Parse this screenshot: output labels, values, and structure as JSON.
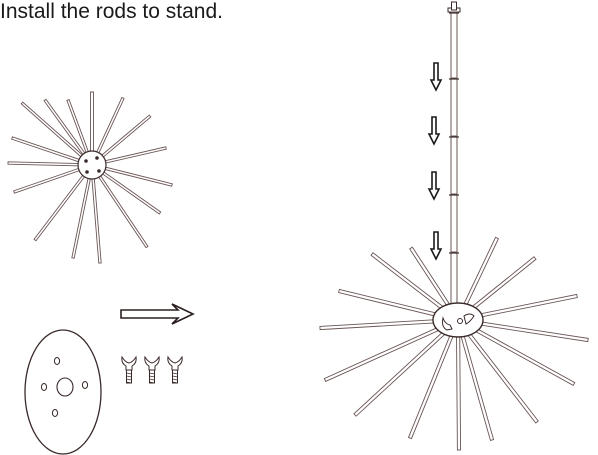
{
  "instruction": {
    "text": "Install the rods to stand."
  },
  "colors": {
    "line": "#3a2a2a",
    "rod": "#6b5555",
    "background": "#ffffff"
  },
  "parts": {
    "left_spider": "spider-frame-with-rods",
    "base_plate": "round-base-plate",
    "wing_nuts": 3,
    "arrow": "right-arrow-icon",
    "pole_segments": 4,
    "down_arrows": 4
  }
}
